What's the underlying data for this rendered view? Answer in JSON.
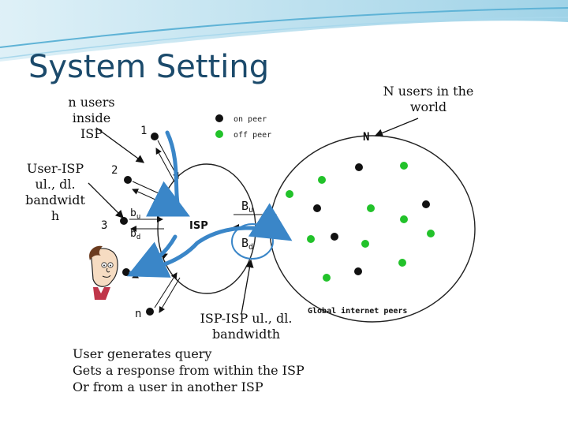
{
  "slide": {
    "title": "System Setting"
  },
  "labels": {
    "n_users_inside": [
      "n users",
      "inside",
      "ISP"
    ],
    "user_isp_bw": [
      "User-ISP",
      "ul., dl.",
      "bandwidt",
      "h"
    ],
    "world_users": [
      "N users in the",
      "world"
    ],
    "isp_isp_bw": [
      "ISP-ISP ul., dl.",
      "bandwidth"
    ]
  },
  "query_lines": [
    "User generates query",
    "Gets a response from within the ISP",
    "Or from a user in another ISP"
  ],
  "diagram": {
    "legend_on": "on peer",
    "legend_off": "off peer",
    "node_1": "1",
    "node_2": "2",
    "node_3": "3",
    "node_n": "n",
    "bu_small": "b",
    "bu_sub": "u",
    "bd_small": "b",
    "bd_sub": "d",
    "isp": "ISP",
    "Bu": "B",
    "Bu_sub": "u",
    "Bd": "B",
    "Bd_sub": "d",
    "N": "N",
    "global_caption": "Global internet peers",
    "on_peer_color": "#111111",
    "off_peer_color": "#22c22a",
    "arrow_color": "#3a86c8"
  }
}
